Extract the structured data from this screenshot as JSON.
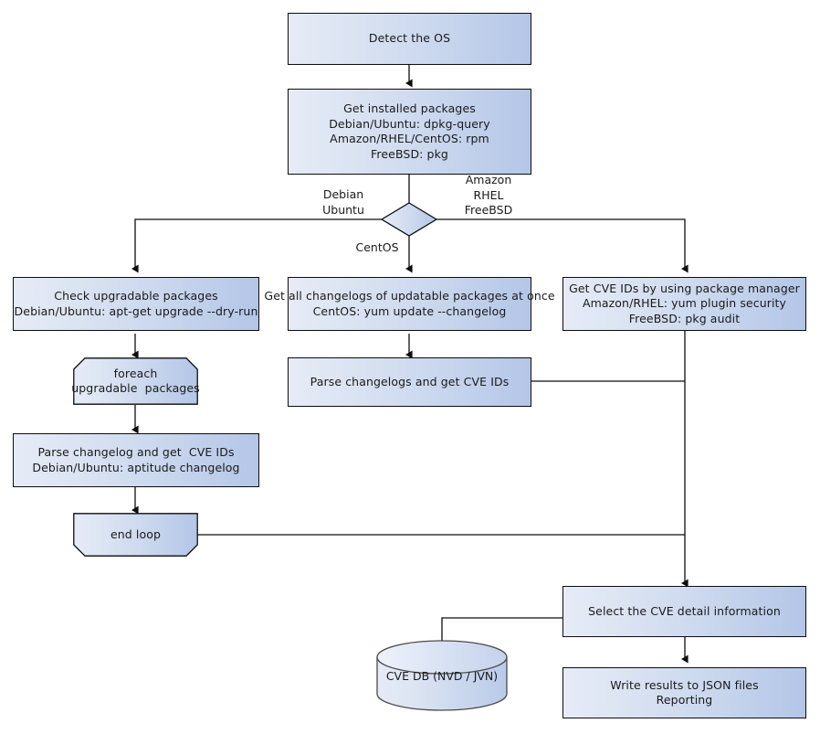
{
  "diagram": {
    "title": "Vulnerability scan flowchart",
    "type": "flowchart",
    "background_color": "#ffffff",
    "node_fill_left": "#e6ebf6",
    "node_fill_right": "#b4c6e7",
    "node_stroke": "#0d0d0d",
    "text_color": "#1a1a1a"
  },
  "nodes": {
    "detect_os": {
      "label": "Detect the OS",
      "shape": "rectangle"
    },
    "get_installed_packages": {
      "line1": "Get installed packages",
      "line2": "Debian/Ubuntu: dpkg-query",
      "line3": "Amazon/RHEL/CentOS: rpm",
      "line4": "FreeBSD: pkg",
      "shape": "rectangle"
    },
    "os_decision": {
      "label": "",
      "shape": "diamond"
    },
    "check_upgradable": {
      "line1": "Check upgradable packages",
      "line2": "Debian/Ubuntu: apt-get upgrade --dry-run",
      "shape": "rectangle"
    },
    "get_all_changelogs": {
      "line1": "Get all changelogs of updatable packages at once",
      "line2": "CentOS: yum update --changelog",
      "shape": "rectangle"
    },
    "get_cve_ids_pkgmgr": {
      "line1": "Get CVE IDs by using package manager",
      "line2": "Amazon/RHEL: yum plugin security",
      "line3": "FreeBSD: pkg audit",
      "shape": "rectangle"
    },
    "foreach_loop": {
      "line1": "foreach",
      "line2": "upgradable  packages",
      "shape": "loop-start"
    },
    "parse_changelog_single": {
      "line1": "Parse changelog and get  CVE IDs",
      "line2": "Debian/Ubuntu: aptitude changelog",
      "shape": "rectangle"
    },
    "end_loop": {
      "label": "end loop",
      "shape": "loop-end"
    },
    "parse_changelogs_multi": {
      "label": "Parse changelogs and get CVE IDs",
      "shape": "rectangle"
    },
    "select_cve_detail": {
      "label": "Select the CVE detail information",
      "shape": "rectangle"
    },
    "write_results": {
      "line1": "Write results to JSON files",
      "line2": "Reporting",
      "shape": "rectangle"
    },
    "cve_db": {
      "label": "CVE DB (NVD / JVN)",
      "shape": "cylinder"
    }
  },
  "edge_labels": {
    "debian_ubuntu": "Debian\nUbuntu",
    "amazon_rhel_freebsd": "Amazon\nRHEL\nFreeBSD",
    "centos": "CentOS"
  }
}
